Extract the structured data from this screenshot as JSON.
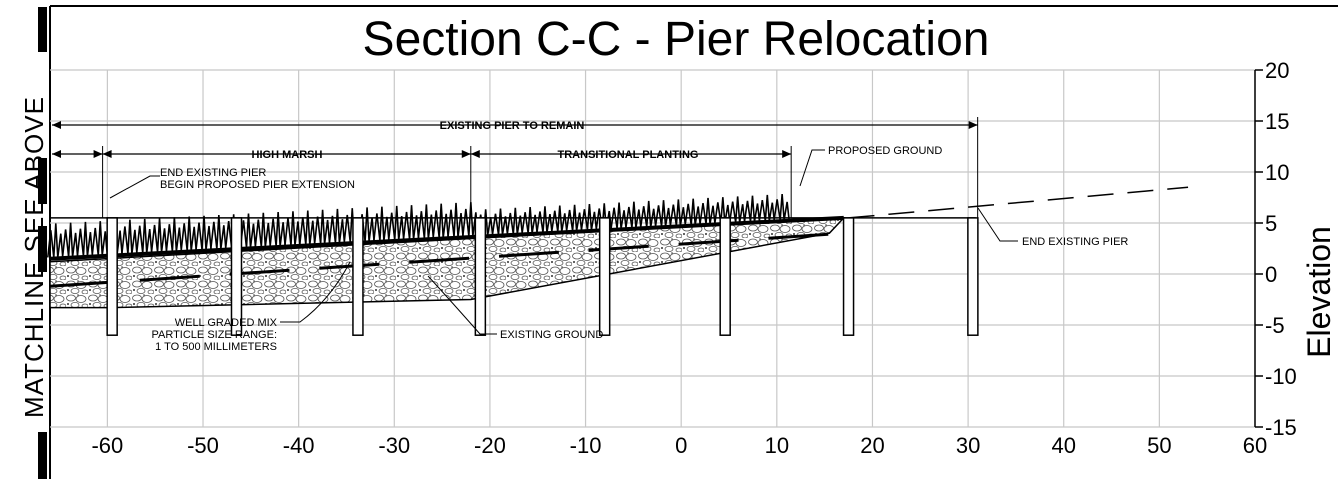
{
  "title": "Section C-C - Pier Relocation",
  "matchline_text": "MATCHLINE SEE ABOVE",
  "y_axis_label": "Elevation",
  "x_ticks": [
    "-60",
    "-50",
    "-40",
    "-30",
    "-20",
    "-10",
    "0",
    "10",
    "20",
    "30",
    "40",
    "50",
    "60"
  ],
  "y_ticks": [
    "20",
    "15",
    "10",
    "5",
    "0",
    "-5",
    "-10",
    "-15"
  ],
  "dimensions": {
    "existing_pier": "EXISTING PIER TO REMAIN",
    "high_marsh": "HIGH MARSH",
    "transitional": "TRANSITIONAL PLANTING"
  },
  "callouts": {
    "proposed_ground": "PROPOSED GROUND",
    "end_existing_begin_1": "END EXISTING PIER",
    "end_existing_begin_2": "BEGIN PROPOSED PIER EXTENSION",
    "end_existing_pier": "END EXISTING PIER",
    "existing_ground": "EXISTING GROUND",
    "mix_1": "WELL GRADED MIX",
    "mix_2": "PARTICLE SIZE RANGE:",
    "mix_3": "1 TO 500 MILLIMETERS"
  },
  "chart_data": {
    "type": "line",
    "title": "Section C-C - Pier Relocation",
    "xlabel": "",
    "ylabel": "Elevation",
    "xlim": [
      -66,
      60
    ],
    "ylim": [
      -15,
      20
    ],
    "grid": true,
    "series": [
      {
        "x": [
          -66,
          17
        ],
        "y": [
          1.5,
          5.5
        ]
      },
      {
        "x": [
          -66,
          17
        ],
        "y": [
          -3.0,
          4.0
        ]
      },
      {
        "x": [
          17,
          53
        ],
        "y": [
          5.5,
          8.5
        ]
      }
    ],
    "piles_x": [
      -59.5,
      -46.5,
      -33.8,
      -21,
      -8,
      4.6,
      17.5,
      30.5
    ]
  }
}
